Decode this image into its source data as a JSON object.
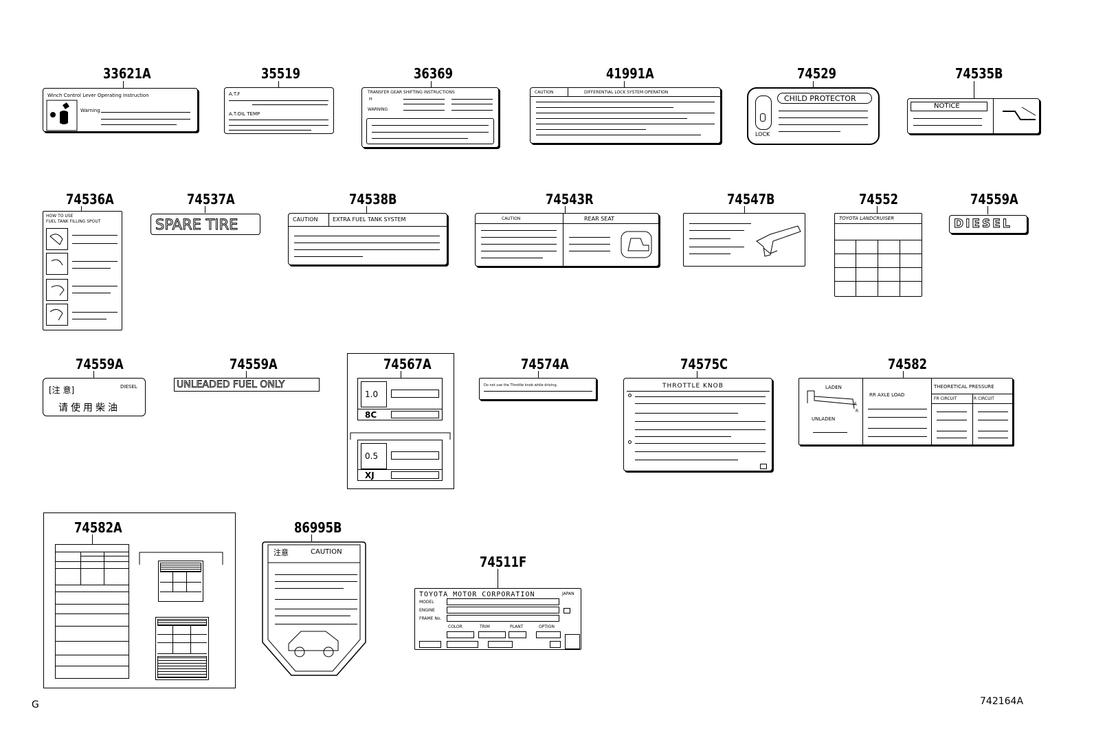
{
  "parts": {
    "p33621a": "33621A",
    "p35519": "35519",
    "p36369": "36369",
    "p41991a": "41991A",
    "p74529": "74529",
    "p74535b": "74535B",
    "p74536a": "74536A",
    "p74537a": "74537A",
    "p74538b": "74538B",
    "p74543r": "74543R",
    "p74547b": "74547B",
    "p74552": "74552",
    "p74559a_1": "74559A",
    "p74559a_2": "74559A",
    "p74559a_3": "74559A",
    "p74567a": "74567A",
    "p74574a": "74574A",
    "p74575c": "74575C",
    "p74582": "74582",
    "p74582a": "74582A",
    "p86995b": "86995B",
    "p74511f": "74511F"
  },
  "label_text": {
    "winch_title": "Winch Control Lever Operating Instruction",
    "winch_warning": "Warning",
    "atf_title": "A.T.F",
    "at_oil_temp": "A.T.OIL TEMP",
    "transfer_title": "TRANSFER GEAR SHIFTING INSTRUCTIONS",
    "transfer_h": "H",
    "transfer_warning": "WARNING",
    "caution_word": "CAUTION",
    "diff_lock_title": "DIFFERENTIAL LOCK SYSTEM OPERATION",
    "child_protector": "CHILD PROTECTOR",
    "lock": "LOCK",
    "notice": "NOTICE",
    "fuel_spout_title_1": "HOW TO USE",
    "fuel_spout_title_2": "FUEL TANK FILLING SPOUT",
    "spare_tire": "SPARE TIRE",
    "extra_fuel_caution": "CAUTION",
    "extra_fuel_title": "EXTRA FUEL TANK SYSTEM",
    "rear_seat_caution": "CAUTION",
    "rear_seat": "REAR SEAT",
    "landcruiser": "TOYOTA LANDCRUISER",
    "diesel_badge": "DIESEL",
    "jp_caution": "[注 意]",
    "jp_diesel": "DIESEL",
    "jp_use_diesel": "请使用柴油",
    "unleaded": "UNLEADED FUEL ONLY",
    "code_10": "1.0",
    "code_8c": "8C",
    "code_05": "0.5",
    "code_xj": "XJ",
    "throttle_note": "Do not use the Throttle knob while driving.",
    "throttle_knob": "THROTTLE KNOB",
    "laden": "LADEN",
    "unladen": "UNLADEN",
    "rr_axle_load": "RR AXLE LOAD",
    "theoretical_pressure": "THEORETICAL PRESSURE",
    "fr_circuit": "FR CIRCUIT",
    "r_circuit": "R CIRCUIT",
    "f_mark": "F",
    "r_mark": "R",
    "jp_caution_2": "注意",
    "caution_2": "CAUTION",
    "toyota_motor": "TOYOTA MOTOR CORPORATION",
    "japan": "JAPAN",
    "model": "MODEL",
    "engine": "ENGINE",
    "frame_no": "FRAME No.",
    "color": "COLOR",
    "trim": "TRIM",
    "plant": "PLANT",
    "option": "OPTION"
  },
  "corner": {
    "left": "G",
    "right": "742164A"
  }
}
